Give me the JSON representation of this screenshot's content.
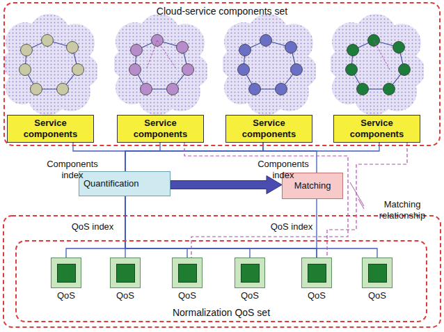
{
  "diagram": {
    "nodes": [
      {
        "text": [
          "Cloud-service components set"
        ]
      },
      {
        "text": [
          "Service components"
        ],
        "in": 0
      },
      {
        "text": [
          "Service components"
        ],
        "in": 0
      },
      {
        "text": [
          "Service components"
        ],
        "in": 0
      },
      {
        "text": [
          "Service components"
        ],
        "in": 0
      },
      {
        "text": [
          "Quantification"
        ]
      },
      {
        "text": [
          "Matching"
        ]
      },
      {
        "text": [
          "Normalization QoS set"
        ]
      },
      {
        "text": [
          "QoS"
        ],
        "in": 7
      },
      {
        "text": [
          "QoS"
        ],
        "in": 7
      },
      {
        "text": [
          "QoS"
        ],
        "in": 7
      },
      {
        "text": [
          "QoS"
        ],
        "in": 7
      },
      {
        "text": [
          "QoS"
        ],
        "in": 7
      },
      {
        "text": [
          "QoS"
        ],
        "in": 7
      }
    ],
    "edges": [
      {
        "from": 1,
        "to": 5,
        "arrow": "none"
      },
      {
        "from": 2,
        "to": 5,
        "arrow": "none"
      },
      {
        "from": 3,
        "to": 5,
        "arrow": "none"
      },
      {
        "from": 4,
        "to": 5,
        "arrow": "none"
      },
      {
        "from": 5,
        "to": 6,
        "arrow": "to"
      },
      {
        "from": 3,
        "to": 6,
        "arrow": "none"
      },
      {
        "from": 5,
        "to": 8,
        "arrow": "none"
      },
      {
        "from": 5,
        "to": 9,
        "arrow": "none"
      },
      {
        "from": 5,
        "to": 10,
        "arrow": "none"
      },
      {
        "from": 5,
        "to": 11,
        "arrow": "none"
      },
      {
        "from": 5,
        "to": 12,
        "arrow": "none"
      },
      {
        "from": 5,
        "to": 13,
        "arrow": "none"
      },
      {
        "from": 6,
        "to": 12,
        "arrow": "none"
      },
      {
        "from": 2,
        "to": 10,
        "arrow": "none"
      },
      {
        "from": 4,
        "to": 12,
        "arrow": "none"
      }
    ],
    "labels": [
      "Components index",
      "Components index",
      "Matching relationship",
      "QoS index",
      "QoS index"
    ]
  }
}
